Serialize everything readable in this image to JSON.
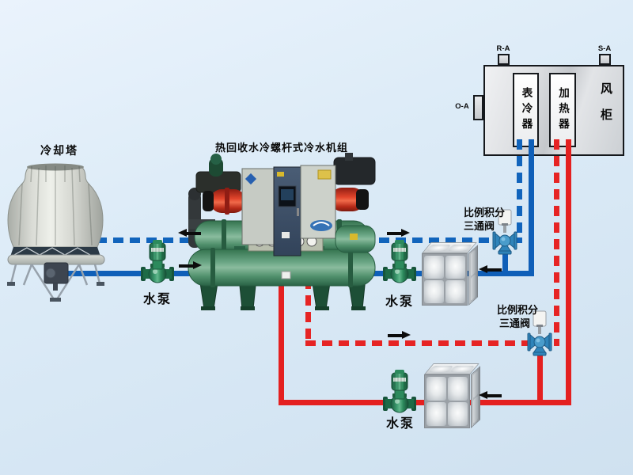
{
  "title": {
    "chiller_unit": "热回收水冷螺杆式冷水机组"
  },
  "cooling_tower": {
    "label": "冷却塔"
  },
  "pumps": [
    {
      "label": "水泵"
    },
    {
      "label": "水泵"
    },
    {
      "label": "水泵"
    }
  ],
  "valves": [
    {
      "label_line1": "比例积分",
      "label_line2": "三通阀"
    },
    {
      "label_line1": "比例积分",
      "label_line2": "三通阀"
    }
  ],
  "air_cabinet": {
    "label": "风柜",
    "cooler_label": "表冷器",
    "heater_label": "加热器",
    "vents": {
      "return_air": "R-A",
      "supply_air": "S-A",
      "outdoor_air": "O-A"
    }
  },
  "colors": {
    "chilled_water_pipe": "#0f5fb8",
    "hot_water_pipe": "#e42020",
    "pump_green": "#2c8a5c",
    "valve_blue": "#2f84ba",
    "background": "#d7e7f4"
  }
}
